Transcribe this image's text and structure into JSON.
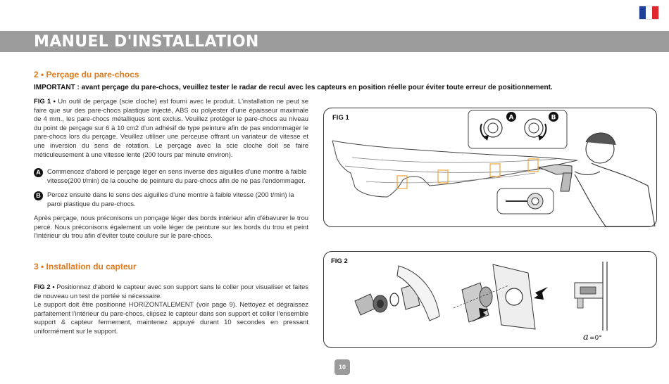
{
  "header": {
    "title": "MANUEL D'INSTALLATION",
    "flag_colors": [
      "#1f3f99",
      "#ffffff",
      "#e1262d"
    ]
  },
  "section2": {
    "title": "2 • Perçage du pare-chocs",
    "important": "IMPORTANT : avant perçage du pare-chocs, veuillez tester le radar de recul avec les capteurs en position réelle pour éviter toute erreur de positionnement.",
    "fig1_label": "FIG 1 •",
    "fig1_text": " Un outil de perçage (scie cloche) est fourni avec le produit. L'installation ne peut se faire que sur des pare-chocs plastique injecté, ABS ou polyester d'une épaisseur maximale de 4 mm., les pare-chocs métalliques sont exclus. Veuillez protéger le pare-chocs au niveau du point de perçage sur 6 à 10 cm2 d'un adhésif de type peinture afin de pas endommager le pare-chocs lors du perçage. Veuillez utiliser une perceuse offrant un variateur de vitesse et une inversion du sens de rotation. Le perçage avec la scie cloche doit se faire méticuleusement à une vitesse lente (200 tours par minute environ).",
    "step_a_badge": "A",
    "step_a_text": "Commencez d'abord le perçage léger en sens inverse des aiguilles d'une montre à faible vitesse(200 t/min) de la couche de peinture du pare-chocs afin de ne pas l'endommager.",
    "step_b_badge": "B",
    "step_b_text": "Percez ensuite dans le sens des aiguilles d'une montre à faible vitesse (200 t/min) la paroi plastique du pare-chocs.",
    "after_text": "Après perçage, nous préconisons un ponçage léger des bords intérieur afin d'ébavurer le trou percé. Nous préconisons également un voile léger de peinture sur les bords du trou et peint l'intérieur du trou afin d'éviter toute coulure sur le pare-chocs."
  },
  "section3": {
    "title": "3 • Installation du capteur",
    "fig2_label": "FIG 2 •",
    "fig2_text": " Positionnez d'abord le capteur avec son support sans le coller pour visualiser et faites de nouveau un test de portée si nécessaire.",
    "fig2_text2": "Le support doit être positionné HORIZONTALEMENT (voir page 9). Nettoyez et dégraissez parfaitement l'intérieur du pare-chocs, clipsez le capteur dans son support et coller l'ensemble support & capteur fermement, maintenez appuyé durant 10 secondes en pressant uniformément sur le support."
  },
  "fig1": {
    "label": "FIG 1",
    "badge_a": "A",
    "badge_b": "B"
  },
  "fig2": {
    "label": "FIG 2",
    "angle": "=0°",
    "alpha": "a"
  },
  "page": {
    "number": "10"
  }
}
